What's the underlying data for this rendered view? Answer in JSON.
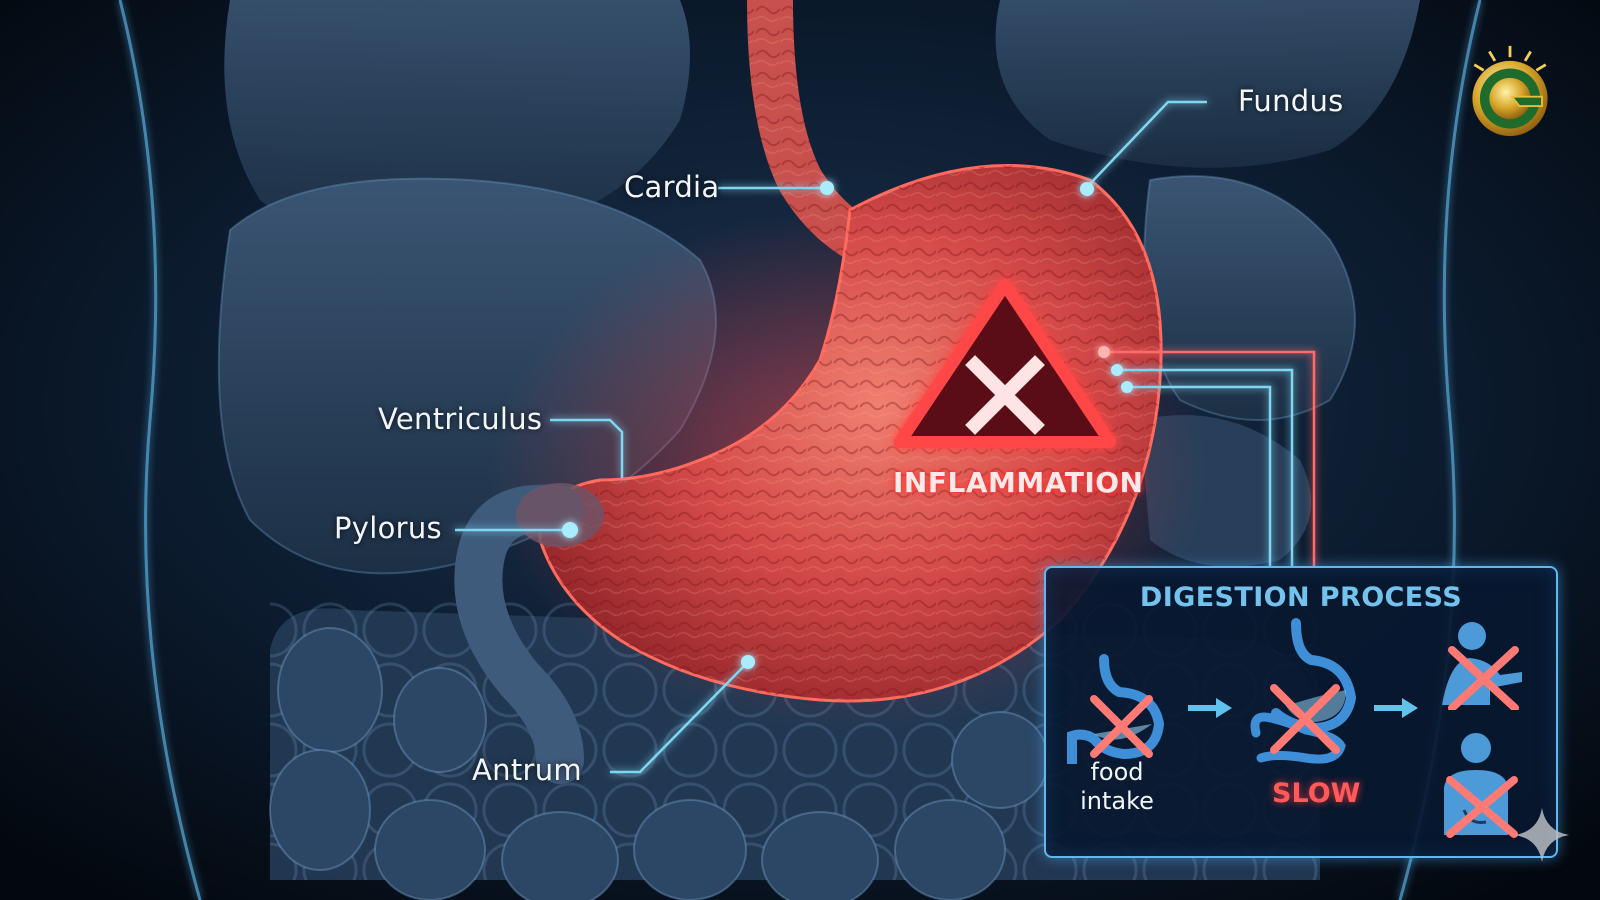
{
  "diagram": {
    "type": "anatomical-illustration",
    "subject": "Inflamed stomach (gastritis) within the abdomen",
    "colors": {
      "background": "#05101c",
      "organ_blue": "#2b4460",
      "stomach_red": "#d9504e",
      "callout_line": "#7fd6f0",
      "alert_red": "#ff3b3b",
      "panel_border": "#62b8ee",
      "panel_title": "#74c2ee"
    }
  },
  "labels": {
    "fundus": "Fundus",
    "cardia": "Cardia",
    "ventriculus": "Ventriculus",
    "pylorus": "Pylorus",
    "antrum": "Antrum"
  },
  "alert": {
    "icon": "warning-triangle-x-icon",
    "text": "INFLAMMATION"
  },
  "panel": {
    "title": "DIGESTION PROCESS",
    "steps": [
      {
        "icon": "stomach-crossed-icon",
        "label_line1": "food",
        "label_line2": "intake"
      },
      {
        "icon": "stomach-intestine-crossed-icon",
        "label": "SLOW"
      },
      {
        "icon": "person-eating-crossed-icon"
      },
      {
        "icon": "person-stomach-crossed-icon"
      }
    ],
    "arrows": [
      "arrow-right-icon",
      "arrow-right-icon"
    ]
  },
  "branding": {
    "logo": "gold-g-sun-logo",
    "watermark": "sparkle-icon"
  }
}
